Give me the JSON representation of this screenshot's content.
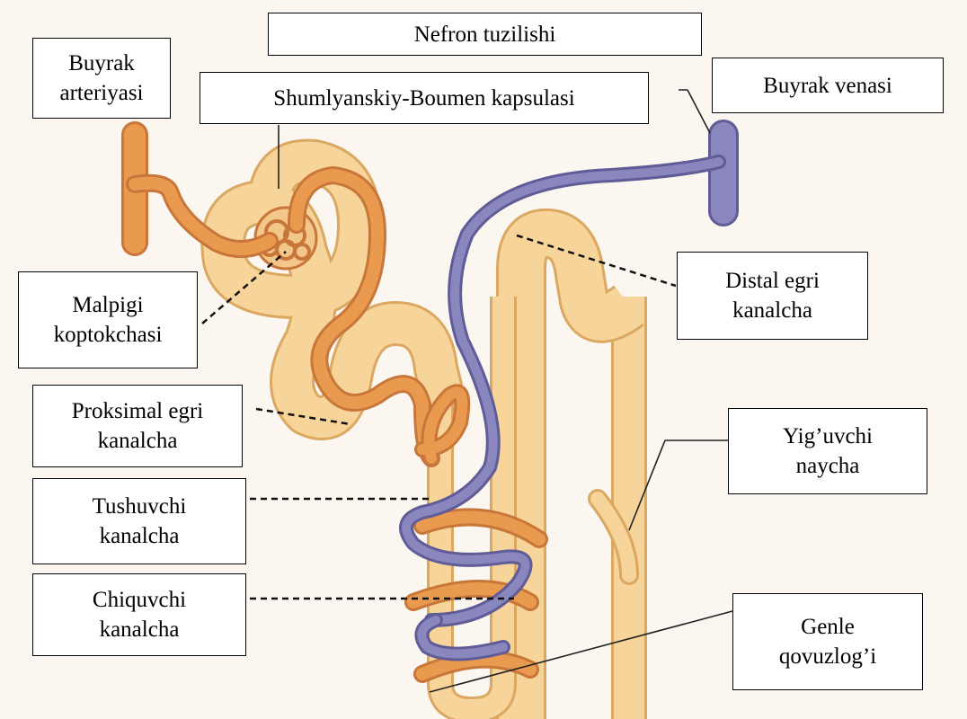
{
  "diagram": {
    "title": "Nefron tuzilishi",
    "labels": {
      "buyrak_arteriyasi": [
        "Buyrak",
        "arteriyasi"
      ],
      "kapsula": [
        "Shumlyanskiy-Boumen kapsulasi"
      ],
      "buyrak_venasi": [
        "Buyrak venasi"
      ],
      "malpigi": [
        "Malpigi",
        "koptokchasi"
      ],
      "distal": [
        "Distal egri",
        "kanalcha"
      ],
      "proksimal": [
        "Proksimal egri",
        "kanalcha"
      ],
      "yiguvchi": [
        "Yig’uvchi",
        "naycha"
      ],
      "tushuvchi": [
        "Tushuvchi",
        "kanalcha"
      ],
      "chiquvchi": [
        "Chiquvchi",
        "kanalcha"
      ],
      "genle": [
        "Genle",
        "qovuzlog’i"
      ]
    },
    "colors": {
      "artery": "#e99a4f",
      "artery_edge": "#c8763a",
      "tubule": "#f6d49a",
      "tubule_edge": "#dba862",
      "vein": "#8a87bf",
      "vein_edge": "#5f5c98",
      "label_border": "#000000"
    }
  }
}
